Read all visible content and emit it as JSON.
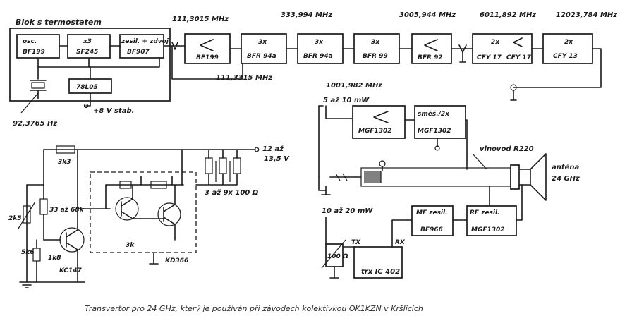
{
  "title": "Blok s termostatem",
  "caption": "Transvertor pro 24 GHz, který je používán při závodech kolektivkou OK1KZN v Kršlicích",
  "chain_top": {
    "osc": [
      "osc.",
      "BF199"
    ],
    "x3": [
      "x3",
      "SF245"
    ],
    "ampl": [
      "zesil. + zdvoj.",
      "BF907"
    ],
    "amp1": "BF199",
    "mul1": [
      "3x",
      "BFR 94a"
    ],
    "mul2": [
      "3x",
      "BFR 94a"
    ],
    "mul3": [
      "3x",
      "BFR 99"
    ],
    "amp2": "BFR 92",
    "mul4": [
      "2x",
      "CFY 17"
    ],
    "mul4b": "CFY 17",
    "mul5": [
      "2x",
      "CFY 13"
    ]
  },
  "freqs": {
    "f1": "111,3015 MHz",
    "f2": "111,3315 MHz",
    "f3": "333,994 MHz",
    "f4": "3005,944 MHz",
    "f5": "6011,892 MHz",
    "f6": "12023,784 MHz",
    "f7": "1001,982 MHz",
    "xtal": "92,3765 Hz",
    "reg": "78L05",
    "supply_reg": "+8 V  stab."
  },
  "lower": {
    "drive": "5 až 10 mW",
    "amp_a": "MGF1302",
    "mix": [
      "směš./2x",
      "MGF1302"
    ],
    "waveguide": "vlnovod  R220",
    "antenna": [
      "anténa",
      "24 GHz"
    ],
    "power_in": "10 až 20 mW",
    "mf_amp": [
      "MF zesil.",
      "BF966"
    ],
    "rf_amp": [
      "RF zesil.",
      "MGF1302"
    ],
    "trx": "trx  IC 402",
    "atten": "100 Ω",
    "tx": "TX",
    "rx": "RX"
  },
  "thermo": {
    "supply": [
      "12 až",
      "13,5 V"
    ],
    "r_top": "3k3",
    "r_sense": "33 až 68k",
    "r_var": "2k5",
    "r_5k6": "5k6",
    "r_1k8": "1k8",
    "q": "KC147",
    "ic": "KD366",
    "heater": "3 až 9x 100 Ω",
    "c_label": "3k"
  }
}
